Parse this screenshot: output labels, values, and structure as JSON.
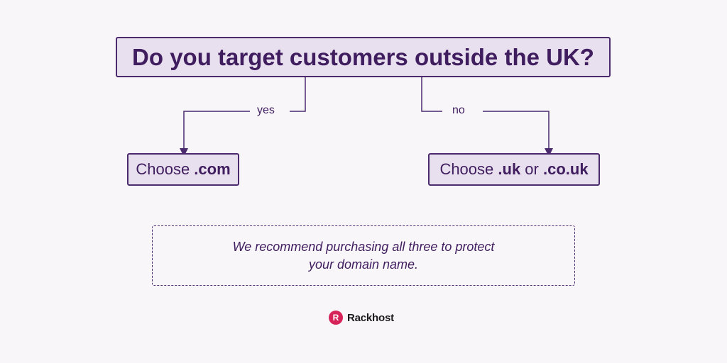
{
  "question": "Do you target customers outside the UK?",
  "branches": {
    "yes": {
      "edge_label": "yes",
      "answer": {
        "prefix": "Choose ",
        "tld": ".com"
      }
    },
    "no": {
      "edge_label": "no",
      "answer": {
        "prefix": "Choose ",
        "tld_a": ".uk",
        "connector": " or ",
        "tld_b": ".co.uk"
      }
    }
  },
  "note": {
    "line1": "We recommend purchasing all three to protect",
    "line2": "your domain name."
  },
  "brand": {
    "logo_letter": "R",
    "name": "Rackhost",
    "logo_color": "#d6245b"
  },
  "colors": {
    "background": "#f9f6fa",
    "box_fill": "#e8e0ee",
    "accent": "#4b2a6e",
    "text": "#3f1d5e"
  }
}
